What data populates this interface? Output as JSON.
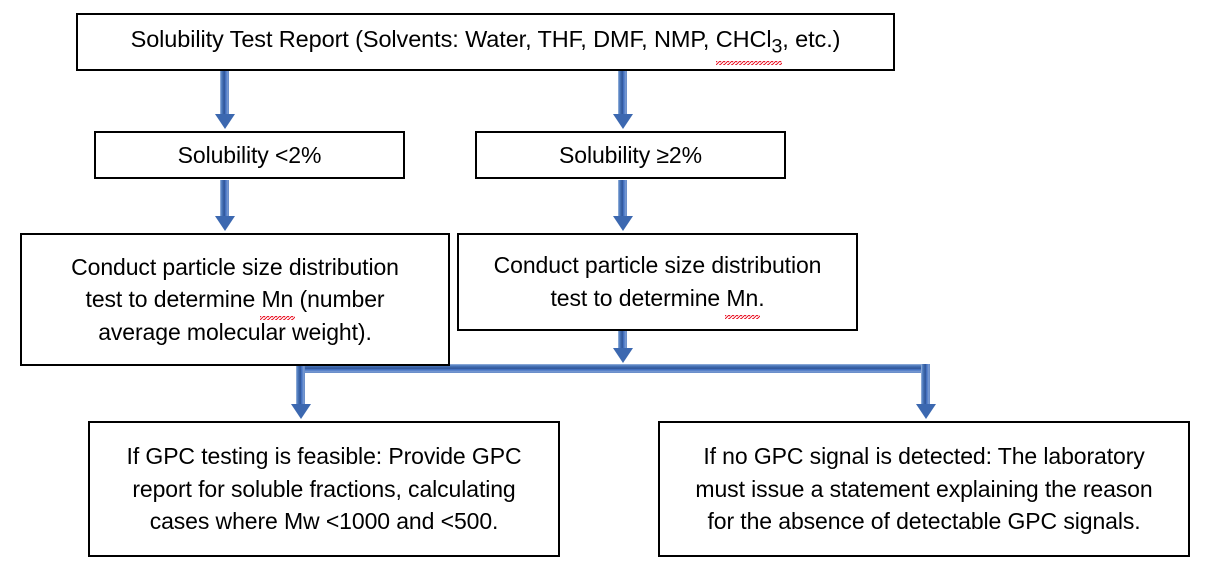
{
  "diagram": {
    "title": "Solubility testing and molecular weight determination workflow",
    "accent_color": "#3c68b0",
    "border_color": "#000000",
    "background_color": "#ffffff",
    "spellcheck_underline_color": "#e81123"
  },
  "nodes": {
    "report": {
      "id": "solubility-test-report",
      "text_before": "Solubility Test Report (Solvents: Water, THF, DMF, NMP, ",
      "formula": "CHCl",
      "formula_subscript": "3",
      "text_after": ", etc.)",
      "full_text": "Solubility Test Report (Solvents: Water, THF, DMF, NMP, CHCl3, etc.)"
    },
    "solubility_low": {
      "id": "solubility-less-than-2",
      "label": "Solubility <2%"
    },
    "solubility_high": {
      "id": "solubility-greater-equal-2",
      "label": "Solubility ≥2%"
    },
    "psd_left": {
      "id": "particle-size-distribution-left",
      "line1": "Conduct particle size distribution",
      "line2_before": "test to determine ",
      "line2_misspelled": "Mn",
      "line2_after": " (number",
      "line3": "average molecular weight).",
      "full_text": "Conduct particle size distribution test to determine Mn (number average molecular weight)."
    },
    "psd_right": {
      "id": "particle-size-distribution-right",
      "line1": "Conduct particle size distribution",
      "line2_before": "test to determine ",
      "line2_misspelled": "Mn",
      "line2_after": ".",
      "full_text": "Conduct particle size distribution test to determine Mn."
    },
    "gpc_feasible": {
      "id": "gpc-testing-feasible",
      "line1": "If GPC testing is feasible: Provide GPC",
      "line2": "report for soluble fractions, calculating",
      "line3": "cases where Mw <1000 and <500.",
      "full_text": "If GPC testing is feasible: Provide GPC report for soluble fractions, calculating cases where Mw <1000 and <500.",
      "threshold_1": "<1000",
      "threshold_2": "<500"
    },
    "gpc_absent": {
      "id": "no-gpc-signal-detected",
      "line1": "If no GPC signal is detected: The laboratory",
      "line2": "must issue a statement explaining the reason",
      "line3": "for the absence of detectable GPC signals.",
      "full_text": "If no GPC signal is detected: The laboratory must issue a statement explaining the reason for the absence of detectable GPC signals."
    }
  },
  "connectors": [
    {
      "id": "report-to-solubility-low",
      "from": "report",
      "to": "solubility_low",
      "type": "straight-down"
    },
    {
      "id": "report-to-solubility-high",
      "from": "report",
      "to": "solubility_high",
      "type": "straight-down"
    },
    {
      "id": "solubility-low-to-psd",
      "from": "solubility_low",
      "to": "psd_left",
      "type": "straight-down"
    },
    {
      "id": "solubility-high-to-psd",
      "from": "solubility_high",
      "to": "psd_right",
      "type": "straight-down"
    },
    {
      "id": "psd-right-to-junction",
      "from": "psd_right",
      "to": "split-bus",
      "type": "straight-down"
    },
    {
      "id": "junction-split",
      "from": "split-bus",
      "to": "gpc_feasible,gpc_absent",
      "type": "branch-horizontal"
    }
  ]
}
